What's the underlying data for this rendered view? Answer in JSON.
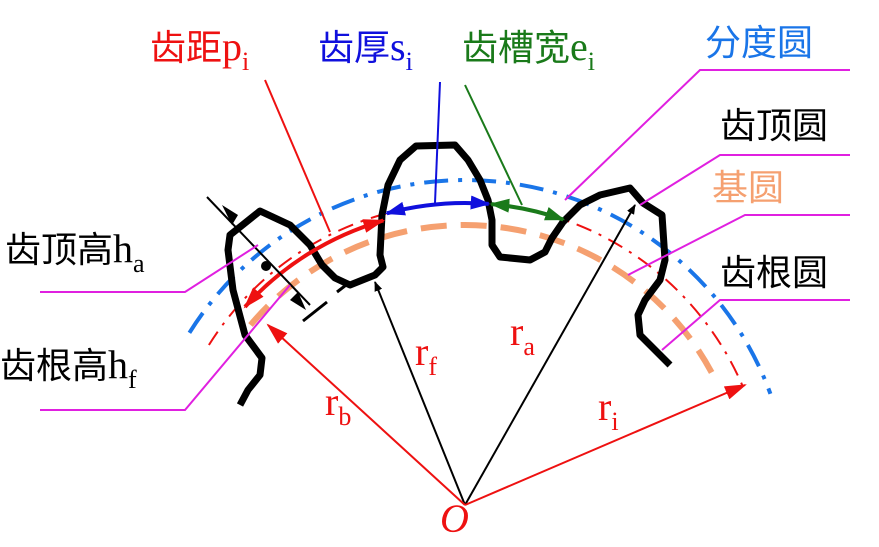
{
  "labels": {
    "pitch": {
      "text": "齿距",
      "sym": "p",
      "sub": "i"
    },
    "thickness": {
      "text": "齿厚",
      "sym": "s",
      "sub": "i"
    },
    "space_width": {
      "text": "齿槽宽",
      "sym": "e",
      "sub": "i"
    },
    "pitch_circle": "分度圆",
    "addendum_circle": "齿顶圆",
    "base_circle": "基圆",
    "dedendum_circle": "齿根圆",
    "addendum": {
      "text": "齿顶高",
      "sym": "h",
      "sub": "a"
    },
    "dedendum": {
      "text": "齿根高",
      "sym": "h",
      "sub": "f"
    },
    "rf": {
      "sym": "r",
      "sub": "f"
    },
    "ra": {
      "sym": "r",
      "sub": "a"
    },
    "rb": {
      "sym": "r",
      "sub": "b"
    },
    "ri": {
      "sym": "r",
      "sub": "i"
    },
    "origin": "O"
  },
  "colors": {
    "red": "#ee1111",
    "blue": "#1010dd",
    "green": "#1a7a1a",
    "sky": "#1a75e8",
    "orange": "#f5a070",
    "magenta": "#e020e0",
    "black": "#000000"
  }
}
